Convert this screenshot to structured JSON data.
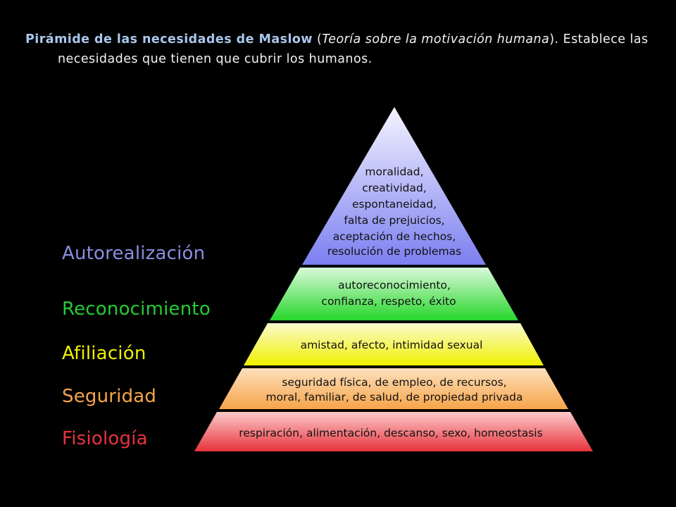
{
  "caption": {
    "title": "Pirámide de las necesidades de Maslow",
    "open_paren": " (",
    "italic_text": "Teoría sobre la motivación humana",
    "close_paren": ").",
    "rest": " Establece las necesidades que tienen que cubrir los humanos."
  },
  "tiers": [
    {
      "id": "autorealizacion",
      "label": "Autorealización",
      "label_color": "#8a8ee0",
      "lines": [
        "moralidad,",
        "creatividad,",
        "espontaneidad,",
        "falta de prejuicios,",
        "aceptación de hechos,",
        "resolución de problemas"
      ]
    },
    {
      "id": "reconocimiento",
      "label": "Reconocimiento",
      "label_color": "#22cc33",
      "lines": [
        "autoreconocimiento,",
        "confianza, respeto, éxito"
      ]
    },
    {
      "id": "afiliacion",
      "label": "Afiliación",
      "label_color": "#f0f000",
      "lines": [
        "amistad, afecto, intimidad sexual"
      ]
    },
    {
      "id": "seguridad",
      "label": "Seguridad",
      "label_color": "#f5a44a",
      "lines": [
        "seguridad física, de empleo, de recursos,",
        "moral, familiar, de salud, de propiedad privada"
      ]
    },
    {
      "id": "fisiologia",
      "label": "Fisiología",
      "label_color": "#e8333d",
      "lines": [
        "respiración, alimentación, descanso, sexo, homeostasis"
      ]
    }
  ]
}
